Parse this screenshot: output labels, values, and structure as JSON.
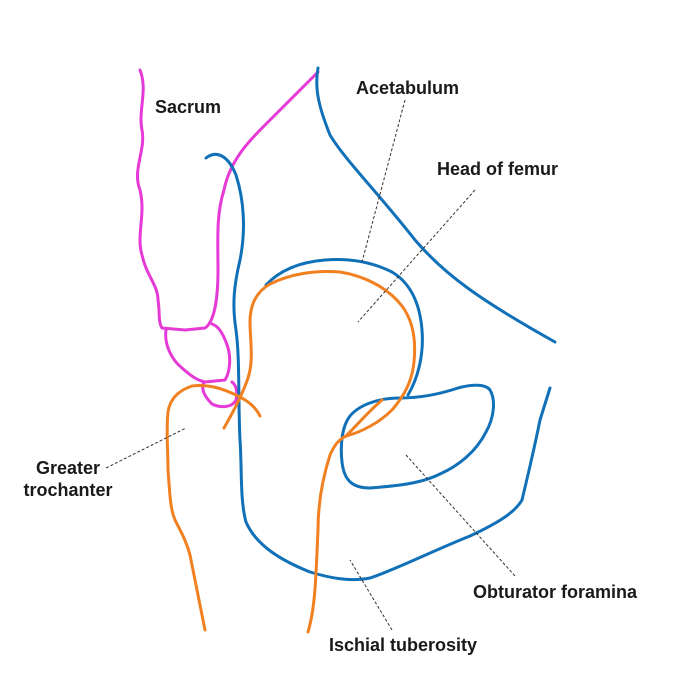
{
  "labels": {
    "sacrum": "Sacrum",
    "acetabulum": "Acetabulum",
    "head_of_femur": "Head of femur",
    "greater_trochanter_line1": "Greater",
    "greater_trochanter_line2": "trochanter",
    "obturator_foramina": "Obturator foramina",
    "ischial_tuberosity": "Ischial tuberosity"
  },
  "colors": {
    "sacrum": "#e53ad6",
    "pelvis": "#1070b8",
    "femur": "#f08020",
    "leader": "#333333",
    "text": "#1a1a1a"
  }
}
